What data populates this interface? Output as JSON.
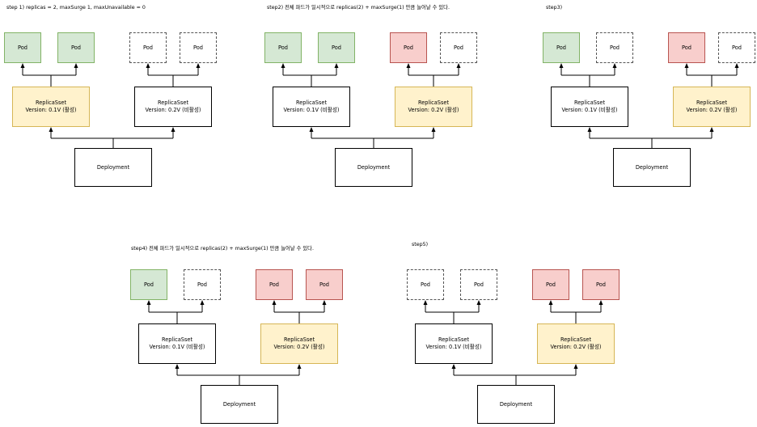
{
  "steps": [
    {
      "label": "step 1) replicas = 2, maxSurge 1, maxUnavailable = 0",
      "rs_left": {
        "title": "ReplicaSset",
        "version": "Version: 0.1V (활성)",
        "state": "active"
      },
      "rs_right": {
        "title": "ReplicaSset",
        "version": "Version: 0.2V (비활성)",
        "state": "inactive"
      },
      "pods": [
        {
          "label": "Pod",
          "state": "green"
        },
        {
          "label": "Pod",
          "state": "green"
        },
        {
          "label": "Pod",
          "state": "empty"
        },
        {
          "label": "Pod",
          "state": "empty"
        }
      ],
      "deployment": "Deployment"
    },
    {
      "label": "step2) 전체 파드가 일시적으로 replicas(2) + maxSurge(1) 만큼 늘어날 수 있다.",
      "rs_left": {
        "title": "ReplicaSset",
        "version": "Version: 0.1V (비활성)",
        "state": "inactive"
      },
      "rs_right": {
        "title": "ReplicaSset",
        "version": "Version: 0.2V (활성)",
        "state": "active"
      },
      "pods": [
        {
          "label": "Pod",
          "state": "green"
        },
        {
          "label": "Pod",
          "state": "green"
        },
        {
          "label": "Pod",
          "state": "red"
        },
        {
          "label": "Pod",
          "state": "empty"
        }
      ],
      "deployment": "Deployment"
    },
    {
      "label": "step3)",
      "rs_left": {
        "title": "ReplicaSset",
        "version": "Version: 0.1V (비활성)",
        "state": "inactive"
      },
      "rs_right": {
        "title": "ReplicaSset",
        "version": "Version: 0.2V (활성)",
        "state": "active"
      },
      "pods": [
        {
          "label": "Pod",
          "state": "green"
        },
        {
          "label": "Pod",
          "state": "empty"
        },
        {
          "label": "Pod",
          "state": "red"
        },
        {
          "label": "Pod",
          "state": "empty"
        }
      ],
      "deployment": "Deployment"
    },
    {
      "label": "step4) 전체 파드가 일시적으로 replicas(2) + maxSurge(1) 만큼 늘어날 수 있다.",
      "rs_left": {
        "title": "ReplicaSset",
        "version": "Version: 0.1V (비활성)",
        "state": "inactive"
      },
      "rs_right": {
        "title": "ReplicaSset",
        "version": "Version: 0.2V (활성)",
        "state": "active"
      },
      "pods": [
        {
          "label": "Pod",
          "state": "green"
        },
        {
          "label": "Pod",
          "state": "empty"
        },
        {
          "label": "Pod",
          "state": "red"
        },
        {
          "label": "Pod",
          "state": "red"
        }
      ],
      "deployment": "Deployment"
    },
    {
      "label": "step5)",
      "rs_left": {
        "title": "ReplicaSset",
        "version": "Version: 0.1V (비활성)",
        "state": "inactive"
      },
      "rs_right": {
        "title": "ReplicaSset",
        "version": "Version: 0.2V (활성)",
        "state": "active"
      },
      "pods": [
        {
          "label": "Pod",
          "state": "empty"
        },
        {
          "label": "Pod",
          "state": "empty"
        },
        {
          "label": "Pod",
          "state": "red"
        },
        {
          "label": "Pod",
          "state": "red"
        }
      ],
      "deployment": "Deployment"
    }
  ],
  "colors": {
    "pod_green_fill": "#d5e8d4",
    "pod_green_stroke": "#82b366",
    "pod_red_fill": "#f8cecc",
    "pod_red_stroke": "#b85450",
    "rs_active_fill": "#fff2cc",
    "rs_active_stroke": "#d6b656"
  }
}
